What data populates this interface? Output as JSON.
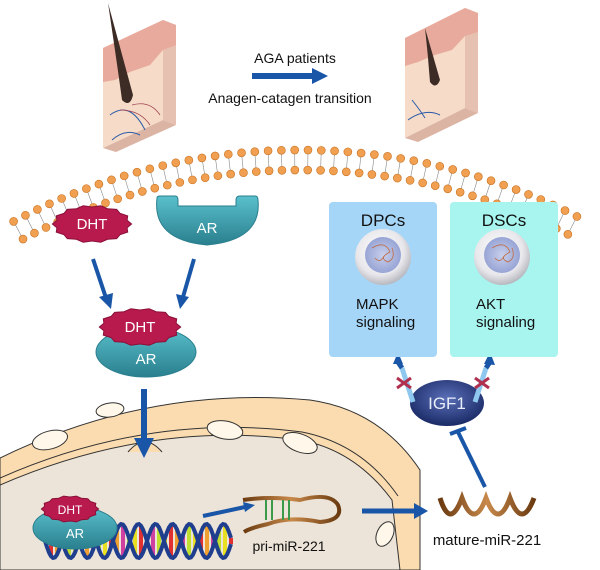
{
  "top": {
    "arrow_label_top": "AGA patients",
    "arrow_label_bottom": "Anagen-catagen transition"
  },
  "cytoplasm": {
    "dht_label": "DHT",
    "ar_label": "AR",
    "complex_dht_label": "DHT",
    "complex_ar_label": "AR"
  },
  "nucleus": {
    "dht_label": "DHT",
    "ar_label": "AR",
    "pri_mirna_label": "pri-miR-221"
  },
  "mature_mirna_label": "mature-miR-221",
  "igf1_label": "IGF1",
  "panels": [
    {
      "title": "DPCs",
      "line1": "MAPK",
      "line2": "signaling",
      "color": "#a6d6f7"
    },
    {
      "title": "DSCs",
      "line1": "AKT",
      "line2": "signaling",
      "color": "#a8f5f0"
    }
  ],
  "colors": {
    "arrow": "#1a56a8",
    "dht": "#b81a4e",
    "ar": "#3a9fae",
    "membrane_head": "#f0a050",
    "nucleus_envelope": "#fbdcb0",
    "nucleus_inner": "#ece4d8",
    "igf1": "#1e2f6e",
    "inhibit_x": "#b03050"
  }
}
